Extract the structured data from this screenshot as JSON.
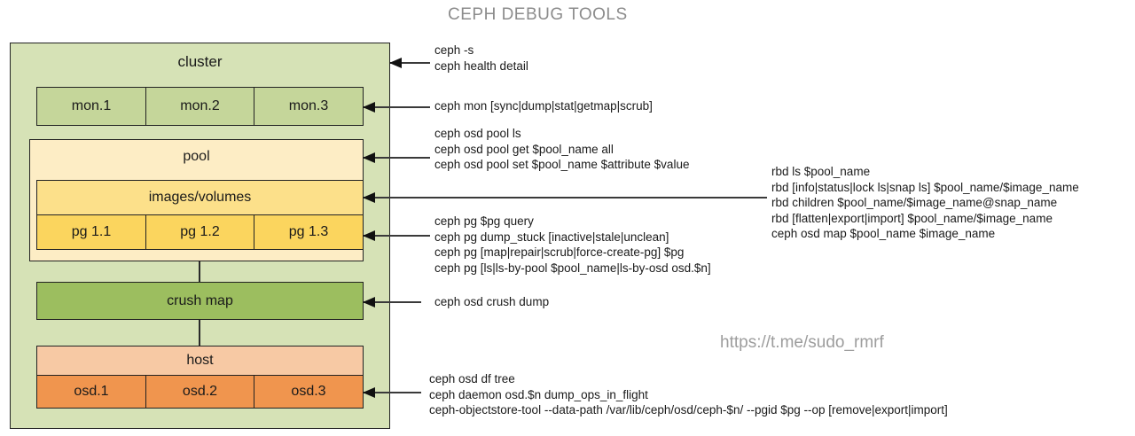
{
  "title": "CEPH DEBUG TOOLS",
  "watermark": "https://t.me/sudo_rmrf",
  "diagram": {
    "cluster": {
      "label": "cluster"
    },
    "mons": [
      {
        "label": "mon.1"
      },
      {
        "label": "mon.2"
      },
      {
        "label": "mon.3"
      }
    ],
    "pool": {
      "label": "pool"
    },
    "images": {
      "label": "images/volumes"
    },
    "pgs": [
      {
        "label": "pg 1.1"
      },
      {
        "label": "pg 1.2"
      },
      {
        "label": "pg 1.3"
      }
    ],
    "crush_map": {
      "label": "crush map"
    },
    "host": {
      "label": "host"
    },
    "osds": [
      {
        "label": "osd.1"
      },
      {
        "label": "osd.2"
      },
      {
        "label": "osd.3"
      }
    ],
    "colors": {
      "cluster": "#d6e2b6",
      "mon": "#c5d69a",
      "pool": "#fdedc5",
      "images": "#fce08a",
      "pg": "#fbd55e",
      "crush_map": "#9cbe5f",
      "host": "#f7c9a4",
      "osd": "#f0954e",
      "border": "#222222",
      "title": "#8c8c8c",
      "watermark": "#9d9d9d"
    }
  },
  "annotations": {
    "cluster": {
      "lines": [
        "ceph -s",
        "ceph health detail"
      ]
    },
    "mon": {
      "lines": [
        "ceph mon [sync|dump|stat|getmap|scrub]"
      ]
    },
    "pool": {
      "lines": [
        "ceph osd pool ls",
        "ceph osd pool get $pool_name all",
        "ceph osd pool set $pool_name $attribute $value"
      ]
    },
    "images": {
      "lines": [
        "rbd ls $pool_name",
        "rbd [info|status|lock ls|snap ls] $pool_name/$image_name",
        "rbd children $pool_name/$image_name@snap_name",
        "rbd [flatten|export|import] $pool_name/$image_name",
        "ceph osd map $pool_name $image_name"
      ]
    },
    "pg": {
      "lines": [
        "ceph pg $pg query",
        "ceph pg dump_stuck [inactive|stale|unclean]",
        "ceph pg [map|repair|scrub|force-create-pg] $pg",
        "ceph pg [ls|ls-by-pool $pool_name|ls-by-osd osd.$n]"
      ]
    },
    "crush_map": {
      "lines": [
        "ceph osd crush dump"
      ]
    },
    "osd": {
      "lines": [
        "ceph osd df tree",
        "ceph daemon osd.$n dump_ops_in_flight",
        "ceph-objectstore-tool --data-path /var/lib/ceph/osd/ceph-$n/ --pgid $pg --op [remove|export|import]"
      ]
    }
  }
}
